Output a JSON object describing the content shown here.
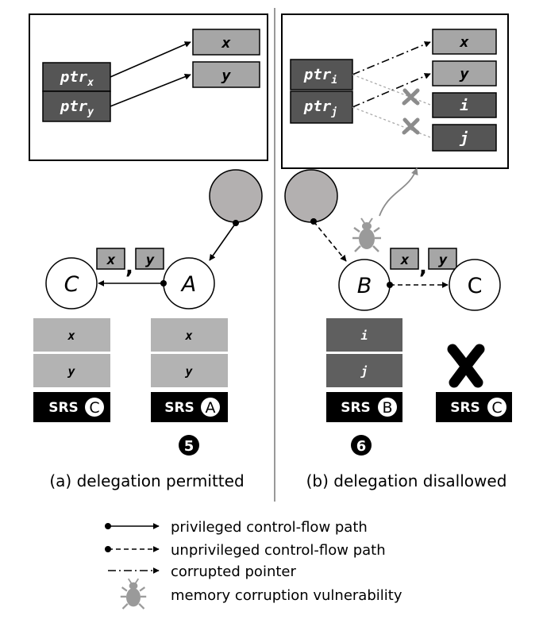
{
  "panel_a": {
    "pointers": [
      {
        "base": "ptr",
        "sub": "x"
      },
      {
        "base": "ptr",
        "sub": "y"
      }
    ],
    "targets": [
      "x",
      "y"
    ],
    "nodes": [
      "C",
      "A"
    ],
    "args": [
      "x",
      "y"
    ],
    "arg_sep": ",",
    "stacks": [
      {
        "cells": [
          "x",
          "y"
        ],
        "srs_label": "SRS",
        "srs_owner": "C"
      },
      {
        "cells": [
          "x",
          "y"
        ],
        "srs_label": "SRS",
        "srs_owner": "A"
      }
    ],
    "step": "5",
    "caption": "(a) delegation permitted"
  },
  "panel_b": {
    "pointers": [
      {
        "base": "ptr",
        "sub": "i"
      },
      {
        "base": "ptr",
        "sub": "j"
      }
    ],
    "targets": [
      "x",
      "y",
      "i",
      "j"
    ],
    "nodes": [
      "B",
      "C"
    ],
    "args": [
      "x",
      "y"
    ],
    "arg_sep": ",",
    "stacks": [
      {
        "cells": [
          "i",
          "j"
        ],
        "srs_label": "SRS",
        "srs_owner": "B"
      },
      {
        "cells": [],
        "srs_label": "SRS",
        "srs_owner": "C"
      }
    ],
    "step": "6",
    "caption": "(b) delegation disallowed"
  },
  "legend": [
    {
      "kind": "privileged",
      "label": "privileged control-flow path"
    },
    {
      "kind": "unprivileged",
      "label": "unprivileged control-flow path"
    },
    {
      "kind": "corrupted",
      "label": "corrupted pointer"
    },
    {
      "kind": "bug",
      "label": "memory corruption vulnerability"
    }
  ],
  "colors": {
    "dark_box": "#555555",
    "light_box": "#a6a6a6",
    "stack_light": "#b3b3b3",
    "stack_dark": "#5f5f5f",
    "grey_node": "#b3b0b0",
    "bug": "#9a9a9a",
    "black": "#000000"
  }
}
